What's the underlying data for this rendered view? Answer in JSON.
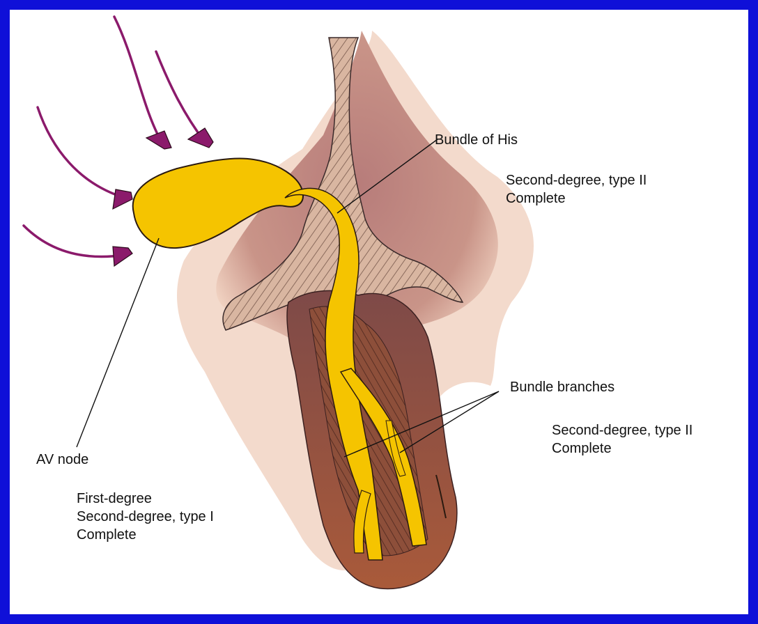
{
  "labels": {
    "bundle_of_his": "Bundle of His",
    "his_blocks": [
      "Second-degree, type II",
      "Complete"
    ],
    "bundle_branches": "Bundle branches",
    "branch_blocks": [
      "Second-degree, type II",
      "Complete"
    ],
    "av_node": "AV node",
    "av_blocks": [
      "First-degree",
      "Second-degree, type I",
      "Complete"
    ]
  },
  "colors": {
    "background": "#0f10d8",
    "conduction": "#f5c400",
    "arrows": "#8b1a6b",
    "tissue": "#c98b7a",
    "ventricle": "#9a5a47"
  }
}
